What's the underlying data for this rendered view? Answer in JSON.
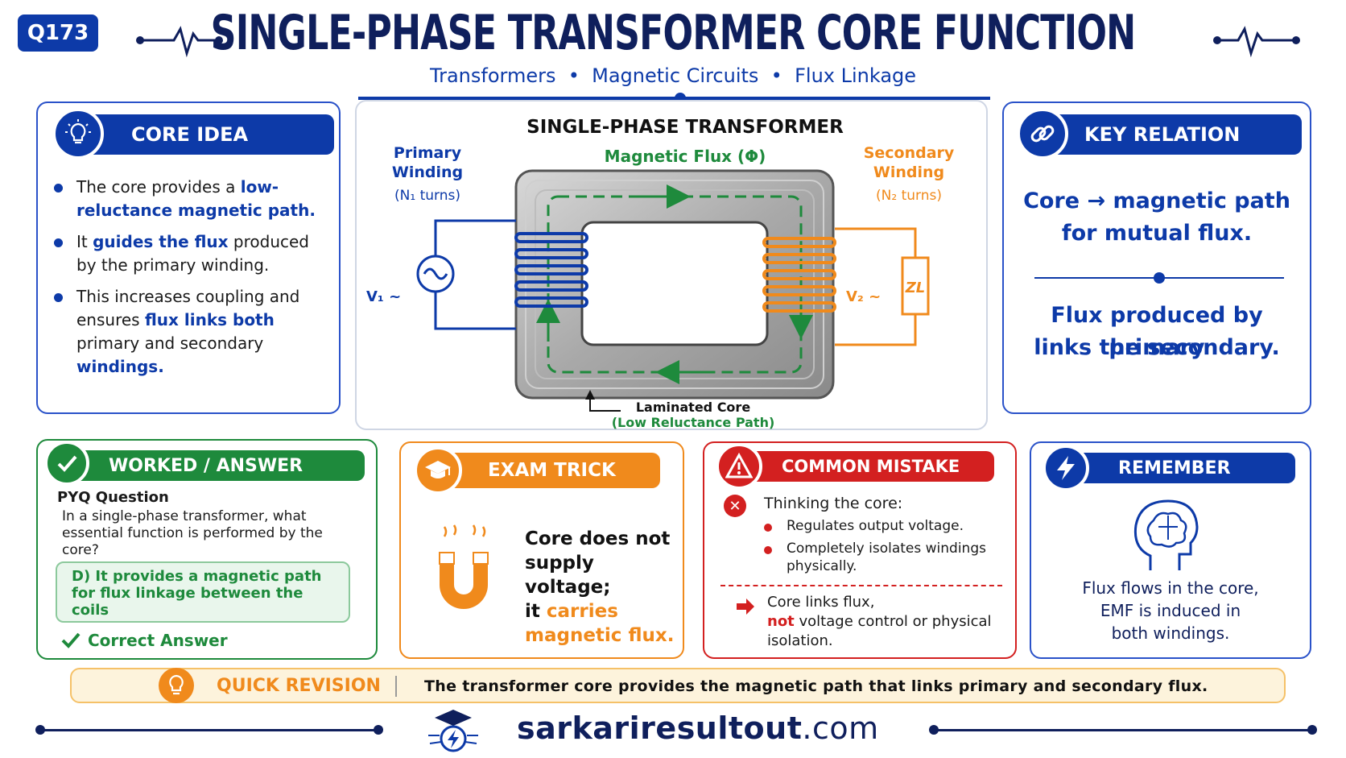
{
  "header": {
    "badge": "Q173",
    "title": "SINGLE-PHASE TRANSFORMER CORE FUNCTION",
    "subtitle": "Transformers  •  Magnetic Circuits  •  Flux Linkage"
  },
  "core_idea": {
    "heading": "CORE IDEA",
    "bullet1_a": "The core provides a ",
    "bullet1_b": "low-reluctance magnetic path.",
    "bullet2_a": "It ",
    "bullet2_b": "guides the flux",
    "bullet2_c": " produced by the primary winding.",
    "bullet3_a": "This increases coupling and ensures ",
    "bullet3_b": "flux links both",
    "bullet3_c": " primary and secondary ",
    "bullet3_d": "windings."
  },
  "diagram": {
    "title": "SINGLE-PHASE TRANSFORMER",
    "flux_label": "Magnetic Flux (Φ)",
    "primary_l1": "Primary",
    "primary_l2": "Winding",
    "primary_turns": "(N₁ turns)",
    "secondary_l1": "Secondary",
    "secondary_l2": "Winding",
    "secondary_turns": "(N₂ turns)",
    "v1": "V₁ ~",
    "v2": "V₂ ~",
    "load": "ZL",
    "core_l1": "Laminated Core",
    "core_l2": "(Low Reluctance Path)"
  },
  "key_relation": {
    "heading": "KEY RELATION",
    "line1": "Core → magnetic path",
    "line2": "for mutual flux.",
    "line3": "Flux produced by primary",
    "line4": "links the secondary."
  },
  "worked": {
    "heading": "WORKED / ANSWER",
    "label": "PYQ Question",
    "question": "In a single-phase transformer, what essential function is performed by the core?",
    "answer": "D)  It provides a magnetic path for flux linkage between the coils",
    "correct": "Correct Answer"
  },
  "exam_trick": {
    "heading": "EXAM TRICK",
    "line1": "Core does not",
    "line2": "supply voltage;",
    "line3_a": "it ",
    "line3_b": "carries",
    "line4": "magnetic flux."
  },
  "common_mistake": {
    "heading": "COMMON MISTAKE",
    "intro": "Thinking the core:",
    "item1": "Regulates output voltage.",
    "item2": "Completely isolates windings physically.",
    "fix_a": "Core links flux,",
    "fix_b": "not",
    "fix_c": " voltage control or physical isolation."
  },
  "remember": {
    "heading": "REMEMBER",
    "line1": "Flux flows in the core,",
    "line2": "EMF is induced in",
    "line3": "both windings."
  },
  "quick_revision": {
    "label": "QUICK REVISION",
    "text": "The transformer core provides the magnetic path that links primary and secondary flux."
  },
  "footer": {
    "site_a": "sarkariresultout",
    "site_b": ".com"
  },
  "colors": {
    "navy": "#0f1f5c",
    "blue": "#0d3aa8",
    "green": "#1e8a3c",
    "orange": "#f08a1c",
    "red": "#d32020"
  }
}
